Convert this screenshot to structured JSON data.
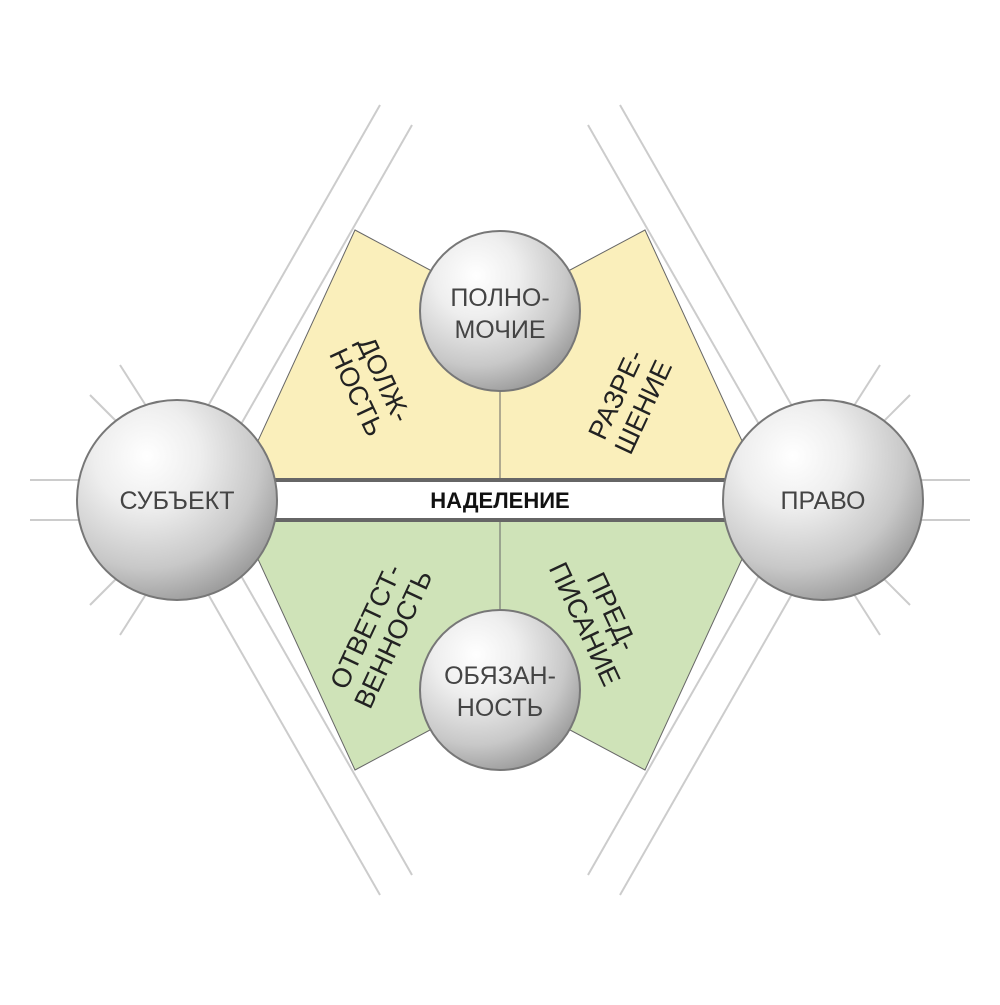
{
  "diagram": {
    "nodes": {
      "subject": "СУБЪЕКТ",
      "right": "ПРАВО",
      "authority": [
        "ПОЛНО-",
        "МОЧИЕ"
      ],
      "obligation": [
        "ОБЯЗАН-",
        "НОСТЬ"
      ]
    },
    "sectors": {
      "position": [
        "ДОЛЖ-",
        "НОСТЬ"
      ],
      "permission": [
        "РАЗРЕ-",
        "ШЕНИЕ"
      ],
      "responsibility": [
        "ОТВЕТСТ-",
        "ВЕННОСТЬ"
      ],
      "prescription": [
        "ПРЕД-",
        "ПИСАНИЕ"
      ]
    },
    "bar": "НАДЕЛЕНИЕ",
    "colors": {
      "upper_fill": "#faefbb",
      "lower_fill": "#cfe3b8",
      "outline": "#666666",
      "frame_line": "#cccccc"
    }
  }
}
